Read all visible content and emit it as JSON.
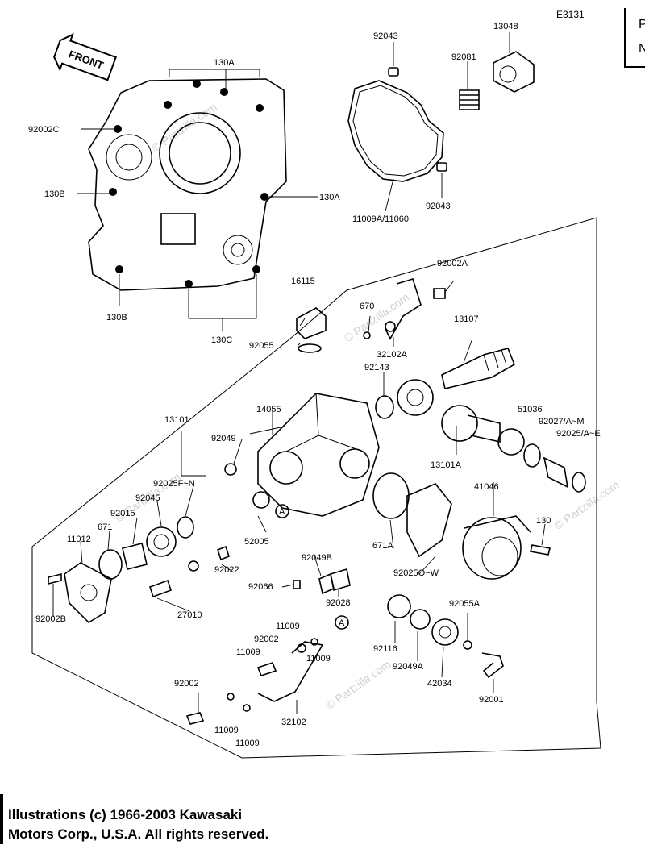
{
  "diagram": {
    "code": "E3131",
    "front_label": "FRONT",
    "page_tab_letters": [
      "P",
      "N"
    ],
    "copyright_lines": [
      "Illustrations (c) 1966-2003 Kawasaki",
      "Motors Corp., U.S.A.  All rights reserved."
    ],
    "watermark": "© Partzilla.com",
    "callouts": {
      "c130A_top": "130A",
      "c92002C": "92002C",
      "c130B_left": "130B",
      "c130A_right": "130A",
      "c130B_bottom": "130B",
      "c130C": "130C",
      "c92043_top": "92043",
      "c13048": "13048",
      "c92081": "92081",
      "c92043_bottom": "92043",
      "c11009A": "11009A/11060",
      "c92002A": "92002A",
      "c670": "670",
      "c16115": "16115",
      "c13107": "13107",
      "c92055": "92055",
      "c32102A": "32102A",
      "c92143": "92143",
      "c13101": "13101",
      "c14055": "14055",
      "c51036": "51036",
      "c92027A": "92027/A~M",
      "c92025AE": "92025/A~E",
      "c92049": "92049",
      "c13101A": "13101A",
      "c92025FN": "92025F~N",
      "c41046": "41046",
      "c92045": "92045",
      "c92015": "92015",
      "c671": "671",
      "c11012": "11012",
      "c130": "130",
      "c52005": "52005",
      "c671A": "671A",
      "c92022": "92022",
      "c92049B": "92049B",
      "c92025OW": "92025O~W",
      "c92002B": "92002B",
      "c27010": "27010",
      "c92066": "92066",
      "c92028": "92028",
      "c92055A": "92055A",
      "c11009_a": "11009",
      "c92002_mid": "92002",
      "c11009_b": "11009",
      "c11009_c": "11009",
      "c92116": "92116",
      "c92049A": "92049A",
      "c42034": "42034",
      "c92001": "92001",
      "c92002_low": "92002",
      "c32102": "32102",
      "c11009_d": "11009",
      "c11009_e": "11009",
      "ref_A1": "A",
      "ref_A2": "A"
    }
  }
}
